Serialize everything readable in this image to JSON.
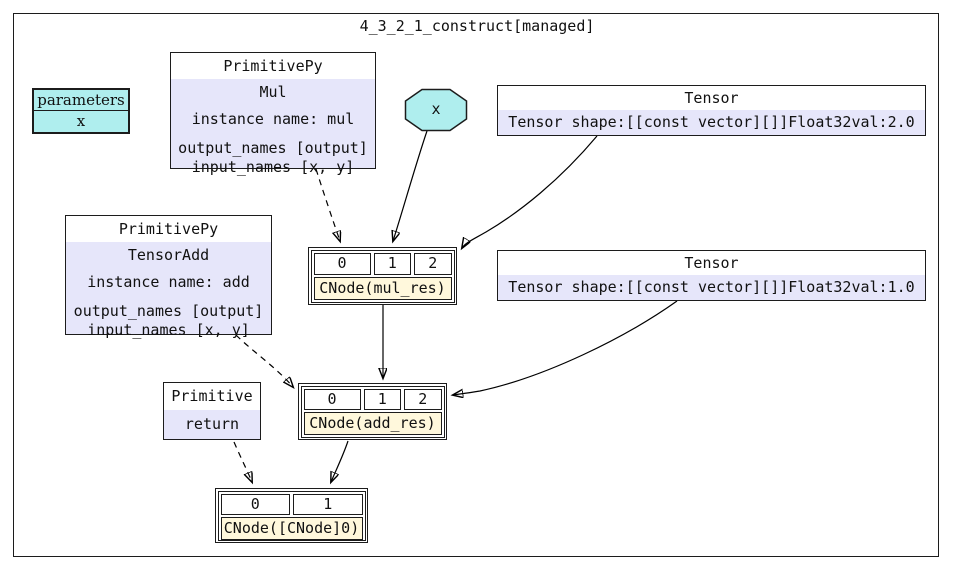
{
  "title": "4_3_2_1_construct[managed]",
  "colors": {
    "lavender": "#e6e6fa",
    "turquoise": "#afeeee",
    "cream": "#fff8dc",
    "edge": "#000000"
  },
  "nodes": {
    "parameters": {
      "header": "parameters",
      "row": "x"
    },
    "mul": {
      "type": "PrimitivePy",
      "op": "Mul",
      "instance": "instance name: mul",
      "outputs": "output_names [output]",
      "inputs": "input_names [x, y]"
    },
    "add": {
      "type": "PrimitivePy",
      "op": "TensorAdd",
      "instance": "instance name: add",
      "outputs": "output_names [output]",
      "inputs": "input_names [x, y]"
    },
    "param_x": {
      "label": "x"
    },
    "tensor_a": {
      "header": "Tensor",
      "detail": "Tensor shape:[[const vector][]]Float32val:2.0"
    },
    "tensor_b": {
      "header": "Tensor",
      "detail": "Tensor shape:[[const vector][]]Float32val:1.0"
    },
    "mul_res": {
      "slots": [
        "0",
        "1",
        "2"
      ],
      "label": "CNode(mul_res)"
    },
    "add_res": {
      "slots": [
        "0",
        "1",
        "2"
      ],
      "label": "CNode(add_res)"
    },
    "ret": {
      "type": "Primitive",
      "op": "return"
    },
    "output": {
      "slots": [
        "0",
        "1"
      ],
      "label": "CNode([CNode]0)"
    }
  }
}
